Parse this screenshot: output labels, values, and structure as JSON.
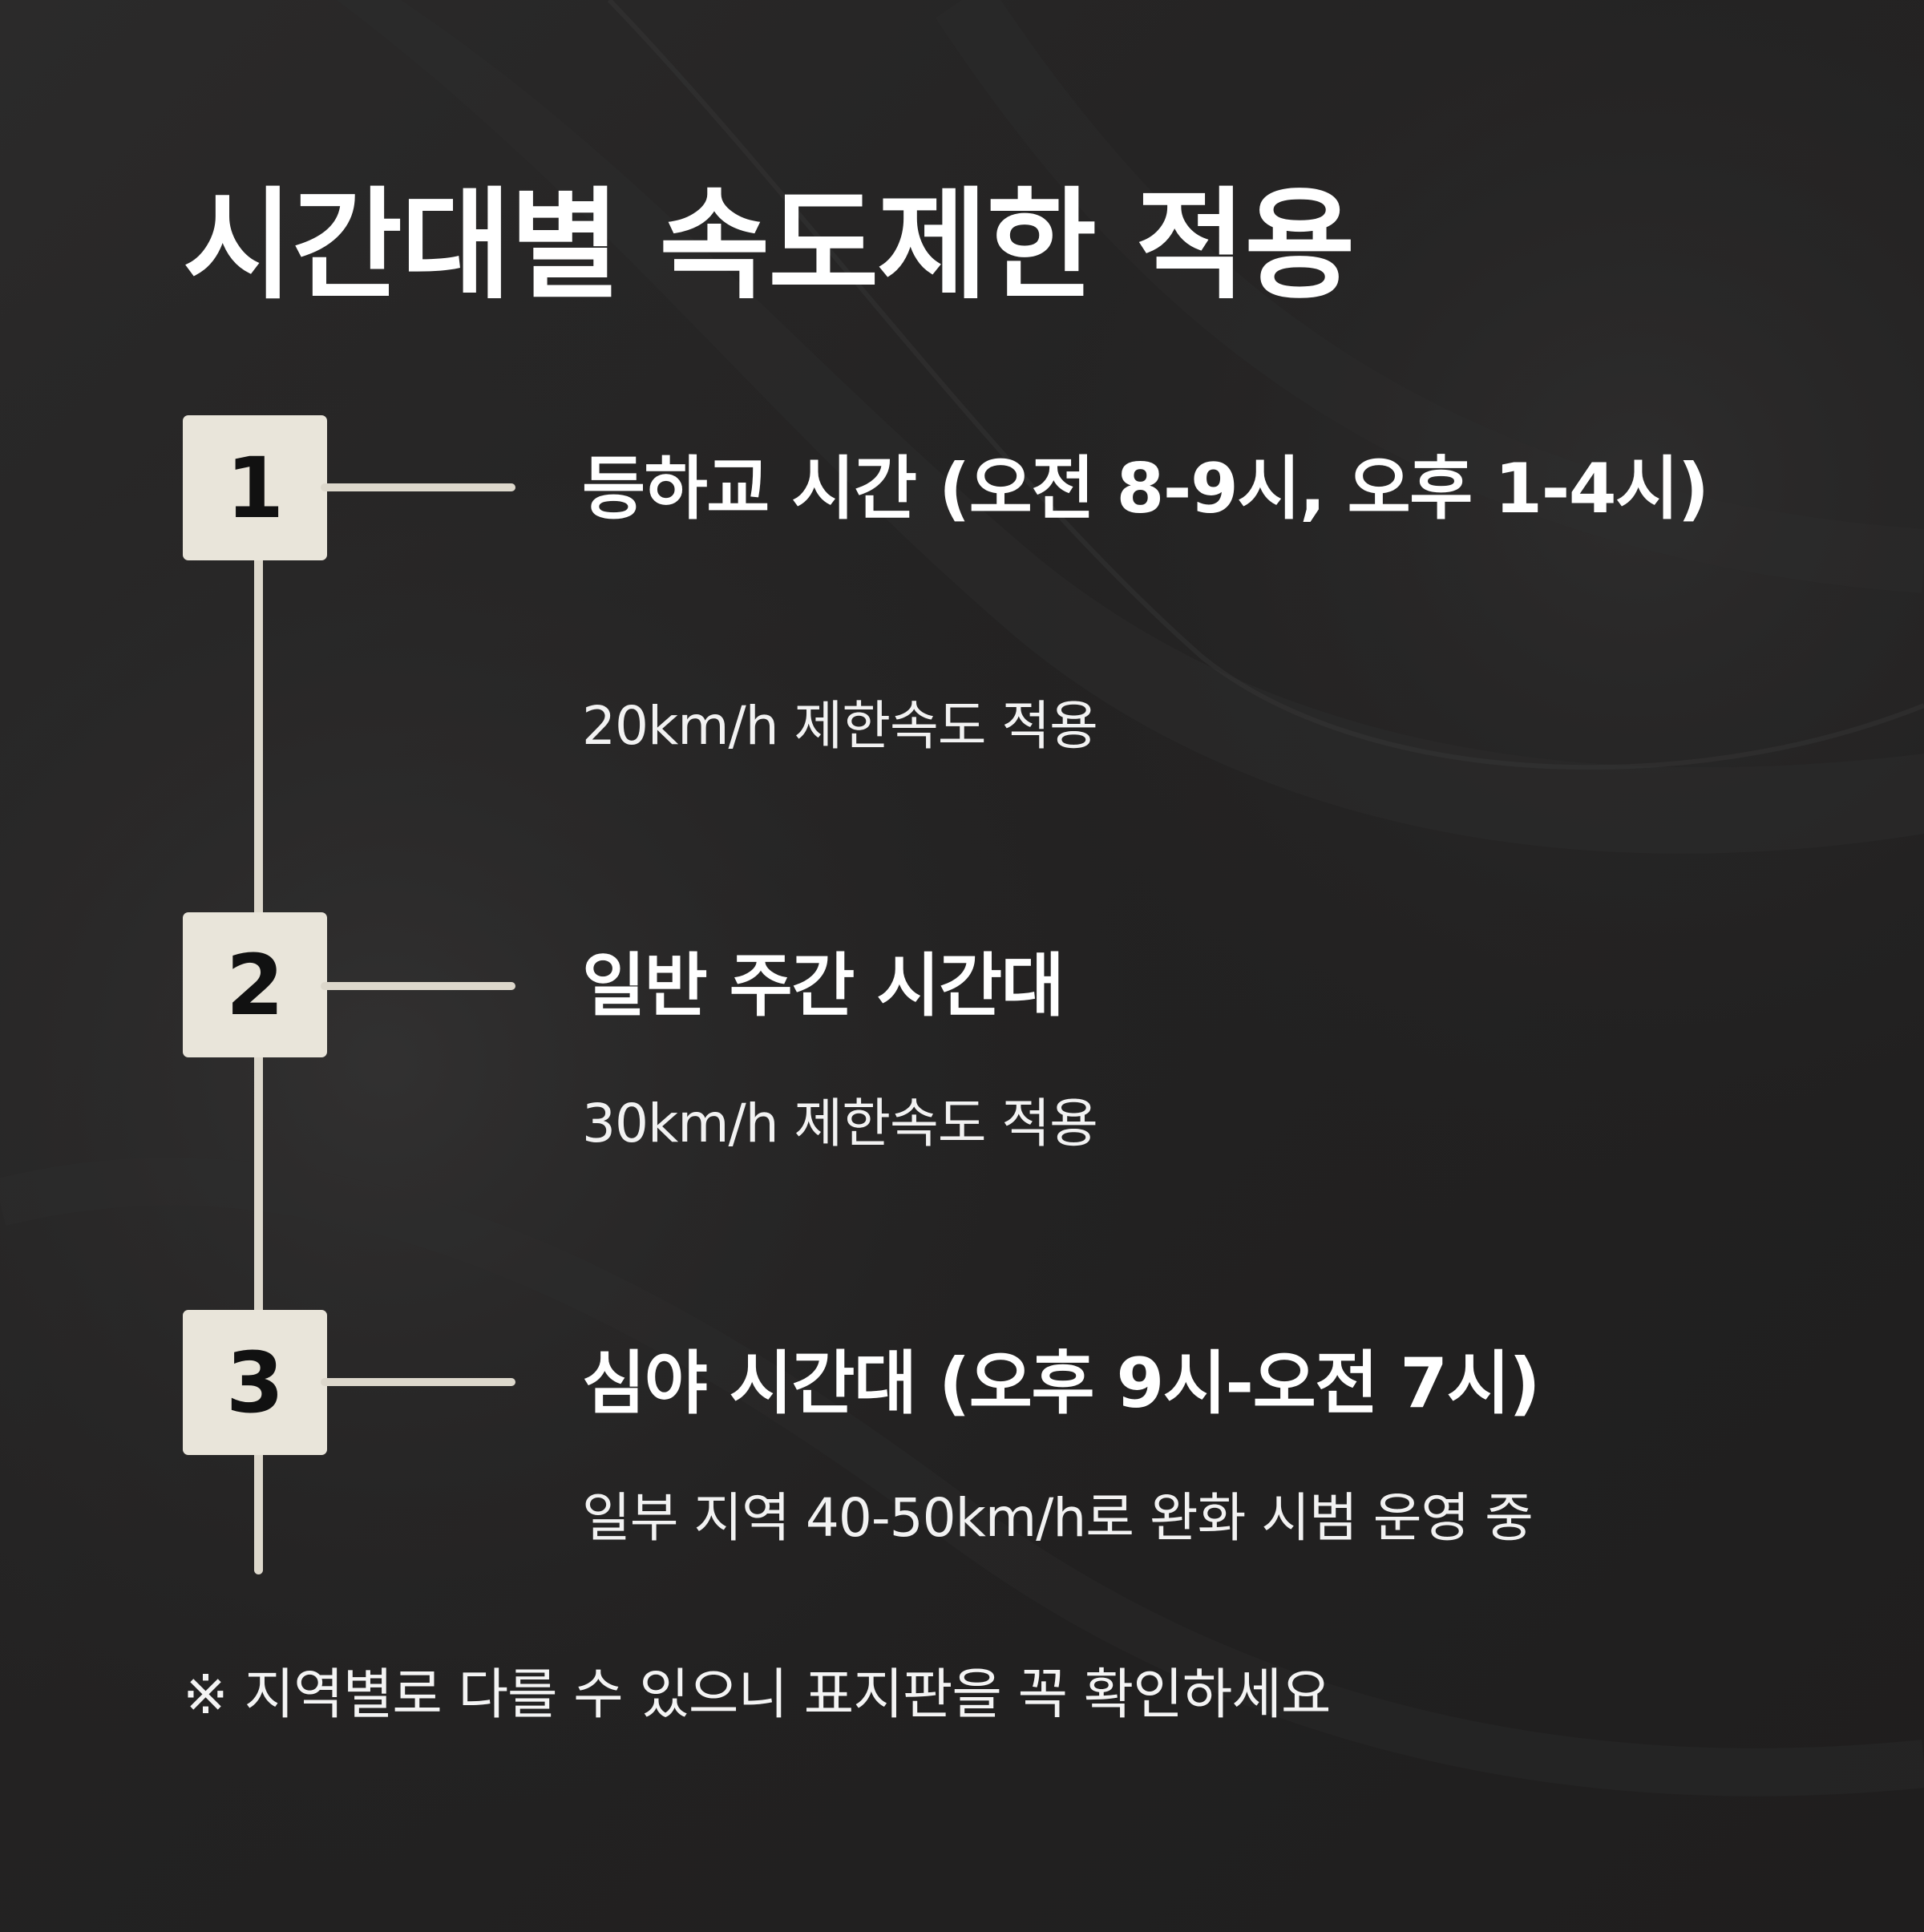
{
  "title": "시간대별 속도제한 적용",
  "steps": [
    {
      "number": "1",
      "heading": "등하교 시간 (오전 8-9시, 오후 1-4시)",
      "description": "20km/h 제한속도 적용"
    },
    {
      "number": "2",
      "heading": "일반 주간 시간대",
      "description": "30km/h 제한속도 적용"
    },
    {
      "number": "3",
      "heading": "심야 시간대 (오후 9시-오전 7시)",
      "description": "일부 지역 40-50km/h로 완화 시범 운영 중"
    }
  ],
  "footnote": "※ 지역별로 다를 수 있으니 표지판을 꼭 확인하세요",
  "colors": {
    "background": "#242323",
    "badge_fill": "#e9e5da",
    "line": "#ddd8cc",
    "text": "#ffffff"
  }
}
